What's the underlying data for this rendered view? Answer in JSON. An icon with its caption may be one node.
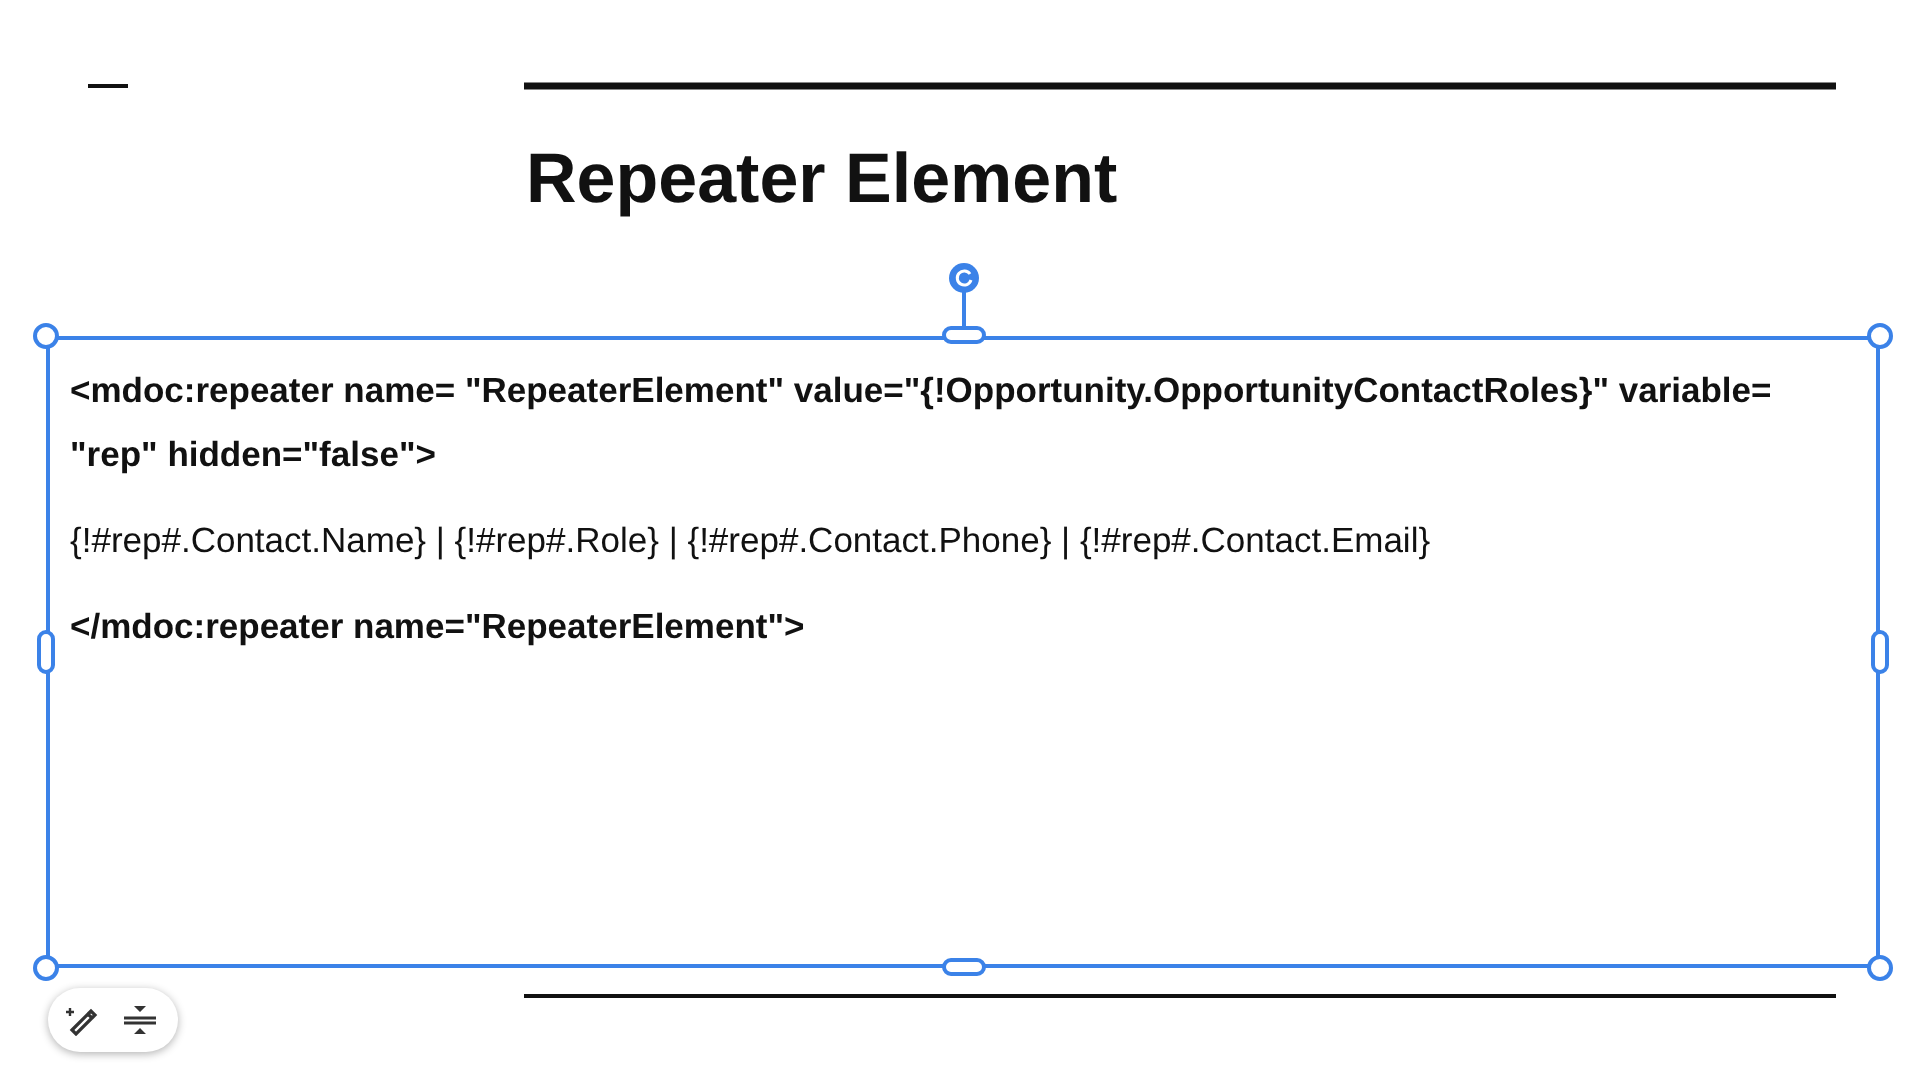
{
  "diagram": {
    "title": "Repeater Element",
    "nodes": [
      {
        "text": [
          "<mdoc:repeater name= \"RepeaterElement\" value=\"{!Opportunity.OpportunityContactRoles}\" variable= \"rep\" hidden=\"false\">",
          "{!#rep#.Contact.Name} | {!#rep#.Role} | {!#rep#.Contact.Phone} | {!#rep#.Contact.Email}",
          "</mdoc:repeater name=\"RepeaterElement\">"
        ]
      }
    ],
    "edges": []
  }
}
